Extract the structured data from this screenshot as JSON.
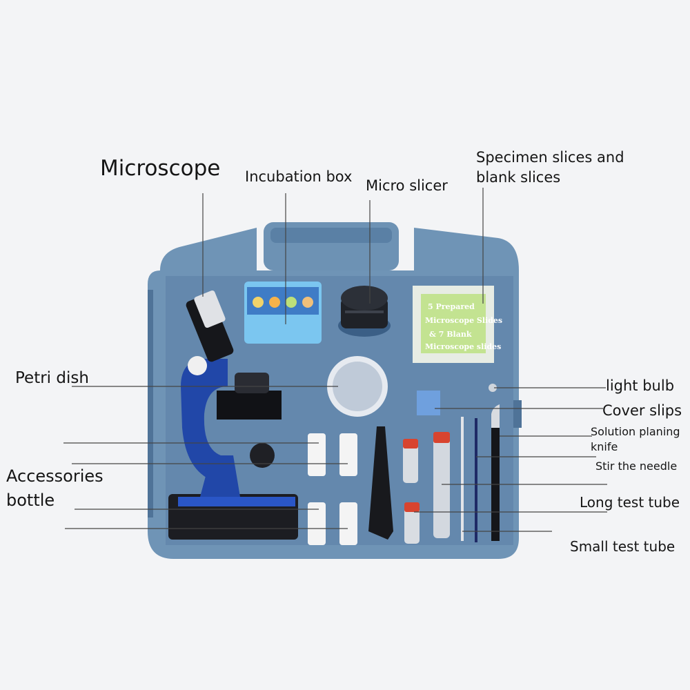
{
  "labels": {
    "microscope": "Microscope",
    "incubation_box": "Incubation box",
    "micro_slicer": "Micro slicer",
    "specimen_line1": "Specimen slices and",
    "specimen_line2": "blank slices",
    "petri_dish": "Petri dish",
    "accessories_line1": "Accessories",
    "accessories_line2": "bottle",
    "light_bulb": "light bulb",
    "cover_slips": "Cover slips",
    "solution_line1": "Solution planing",
    "solution_line2": "knife",
    "stir_needle": "Stir the needle",
    "long_tube": "Long test tube",
    "small_tube": "Small test tube"
  },
  "slide_box_text": {
    "line1": "5 Prepared",
    "line2": "Microscope Slides",
    "line3": "& 7 Blank",
    "line4": "Microscope slides"
  },
  "colors": {
    "background": "#f3f4f6",
    "case": "#6f94b6",
    "case_inner": "#5f87ab",
    "microscope_blue": "#2147a8",
    "cap_red": "#d8442f",
    "slide_green": "#c3e391"
  }
}
